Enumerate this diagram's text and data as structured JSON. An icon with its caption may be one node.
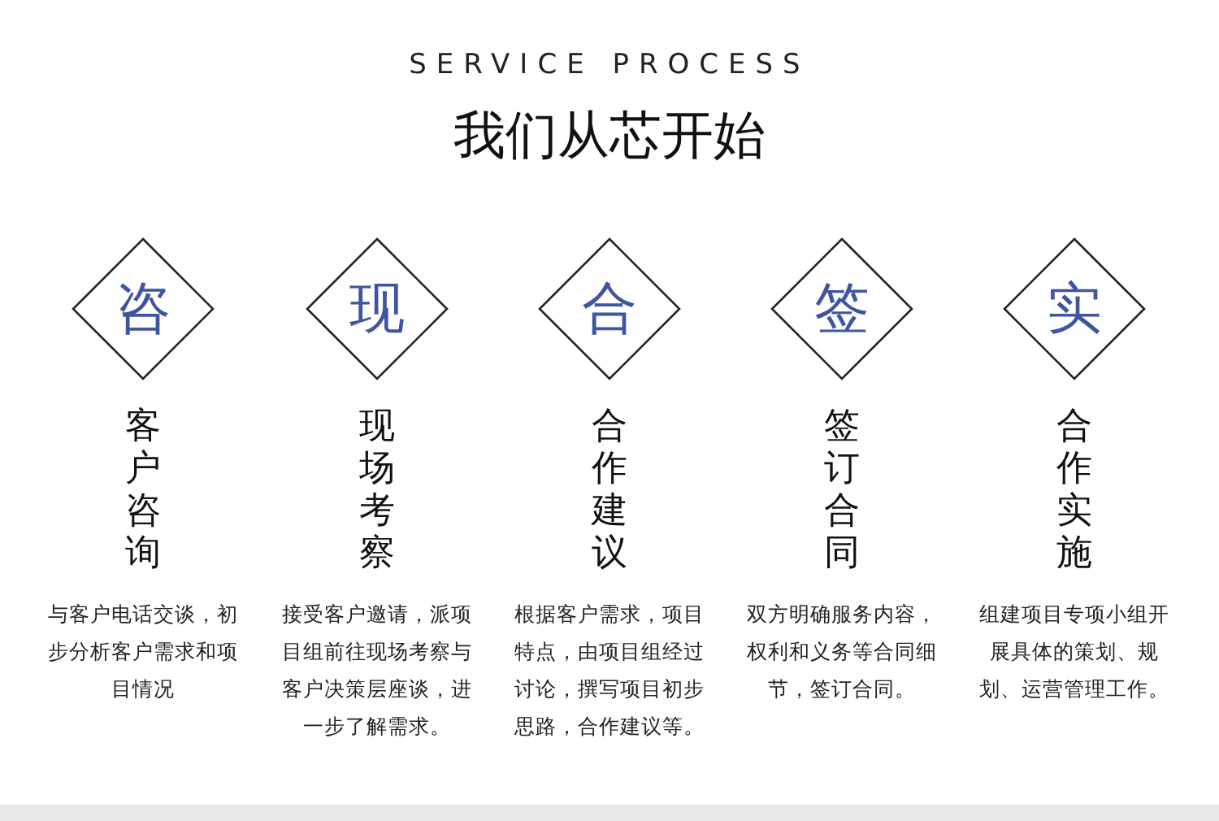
{
  "diagram": {
    "title": "我们从芯开始",
    "nodes": [
      {
        "text": [
          "咨"
        ],
        "beside": [
          "客户咨询",
          "与客户电话交谈，初步分析客户需求和项目情况"
        ]
      },
      {
        "text": [
          "现"
        ],
        "beside": [
          "现场考察",
          "接受客户邀请，派项目组前往现场考察与客户决策层座谈，进一步了解需求。"
        ]
      },
      {
        "text": [
          "合"
        ],
        "beside": [
          "合作建议",
          "根据客户需求，项目特点，由项目组经过讨论，撰写项目初步思路，合作建议等。"
        ]
      },
      {
        "text": [
          "签"
        ],
        "beside": [
          "签订合同",
          "双方明确服务内容，权利和义务等合同细节，签订合同。"
        ]
      },
      {
        "text": [
          "实"
        ],
        "beside": [
          "合作实施",
          "组建项目专项小组开展具体的策划、规划、运营管理工作。"
        ]
      }
    ],
    "labels": [
      "SERVICE PROCESS"
    ]
  }
}
